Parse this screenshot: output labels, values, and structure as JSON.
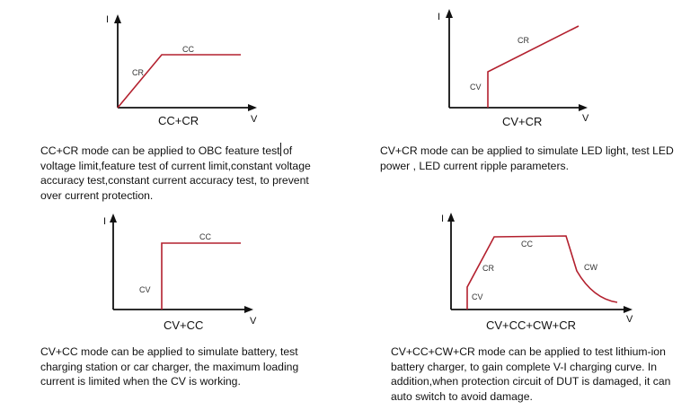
{
  "diagrams": [
    {
      "id": "cc-cr",
      "axis_y": "I",
      "axis_x": "V",
      "mode_label": "CC+CR",
      "segments": [
        "CR",
        "CC"
      ],
      "description": "CC+CR mode can be applied to OBC feature test of voltage limit,feature test of current limit,constant voltage accuracy test,constant current accuracy test, to prevent over current protection."
    },
    {
      "id": "cv-cr",
      "axis_y": "I",
      "axis_x": "V",
      "mode_label": "CV+CR",
      "segments": [
        "CV",
        "CR"
      ],
      "description": "CV+CR mode can be applied to simulate LED light, test LED power , LED current ripple parameters."
    },
    {
      "id": "cv-cc",
      "axis_y": "I",
      "axis_x": "V",
      "mode_label": "CV+CC",
      "segments": [
        "CV",
        "CC"
      ],
      "description": "CV+CC mode can be applied to simulate battery, test charging station or car charger, the maximum loading current is limited when the CV is working."
    },
    {
      "id": "cv-cc-cw-cr",
      "axis_y": "I",
      "axis_x": "V",
      "mode_label": "CV+CC+CW+CR",
      "segments": [
        "CV",
        "CR",
        "CC",
        "CW"
      ],
      "description": "CV+CC+CW+CR mode can be applied to test lithium-ion battery charger, to gain complete V-I charging curve. In addition,when protection circuit of DUT is damaged, it can auto switch to avoid damage."
    }
  ],
  "colors": {
    "curve": "#b3202e",
    "axis": "#111111"
  }
}
